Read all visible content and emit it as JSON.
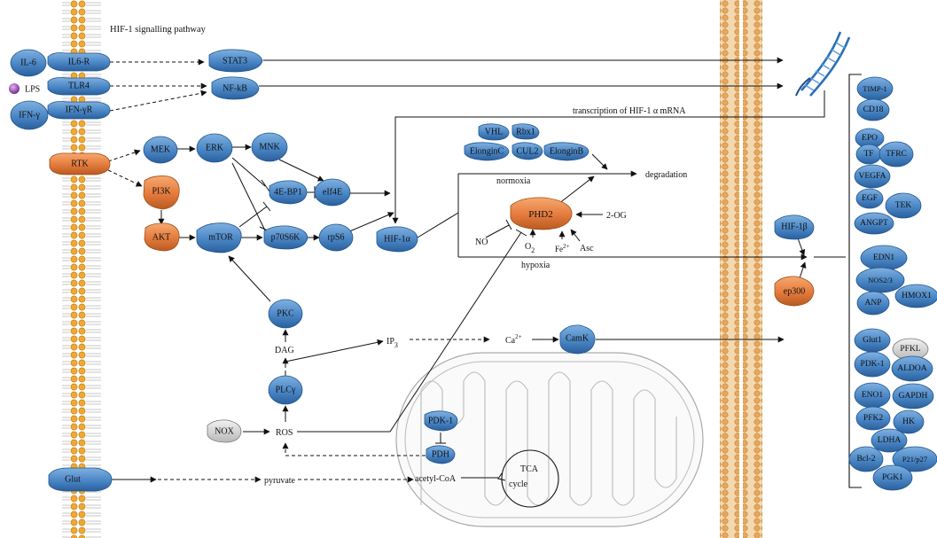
{
  "title": "HIF-1 signalling pathway",
  "colors": {
    "blue_node": "#4a86c5",
    "blue_dark": "#1f5590",
    "orange_node": "#e47a3c",
    "orange_dark": "#a14d15",
    "grey_node": "#cfcfcf",
    "membrane_bead": "#f0a830",
    "lps_dot": "#8a3aa8"
  },
  "ligands": {
    "il6": "IL-6",
    "lps": "LPS",
    "ifn": "IFN-γ"
  },
  "receptors": {
    "il6r": "IL6-R",
    "tlr4": "TLR4",
    "ifnr": "IFN-γR",
    "rtk": "RTK",
    "glut": "Glut"
  },
  "cytoplasm": {
    "stat3": "STAT3",
    "nfkb": "NF-kB",
    "mek": "MEK",
    "erk": "ERK",
    "mnk": "MNK",
    "pi3k": "PI3K",
    "akt": "AKT",
    "mtor": "mTOR",
    "fourebp1": "4E-BP1",
    "eif4e": "eIf4E",
    "p70s6k": "p70S6K",
    "rps6": "rpS6",
    "hif1a": "HIF-1α",
    "pkc": "PKC",
    "dag": "DAG",
    "plcg": "PLCγ",
    "ip3": "IP",
    "ip3_sub": "3",
    "ca": "Ca",
    "ca_sup": "2+",
    "camk": "CamK",
    "nox": "NOX",
    "ros": "ROS",
    "pyruvate": "pyruvate",
    "acetylcoa": "acetyl-CoA"
  },
  "degradation": {
    "vhl": "VHL",
    "rbx1": "Rbx1",
    "elonginc": "ElonginC",
    "cul2": "CUL2",
    "elonginb": "ElonginB",
    "degradation_label": "degradation",
    "normoxia": "normoxia",
    "hypoxia": "hypoxia",
    "phd2": "PHD2",
    "two_og": "2-OG",
    "asc": "Asc",
    "no": "NO",
    "o2": "O",
    "o2_sub": "2",
    "fe": "Fe",
    "fe_sup": "2+",
    "transcription": "transcription of HIF-1 α mRNA"
  },
  "mitochondrion": {
    "pdk1": "PDK-1",
    "pdh": "PDH",
    "tca": "TCA",
    "cycle": "cycle"
  },
  "nucleus": {
    "hif1b": "HIF-1β",
    "ep300": "ep300"
  },
  "target_genes": {
    "group1": [
      "TIMP-1",
      "CD18"
    ],
    "group2": [
      "EPO",
      "TF",
      "TFRC",
      "VEGFA",
      "EGF",
      "TEK",
      "ANGPT"
    ],
    "group3": [
      "EDN1",
      "NOS2/3",
      "HMOX1",
      "ANP"
    ],
    "group4": [
      "Glut1",
      "PFKL",
      "PDK-1",
      "ALDOA",
      "ENO1",
      "GAPDH",
      "PFK2",
      "HK",
      "LDHA",
      "Bcl-2",
      "P21/p27",
      "PGK1"
    ]
  }
}
